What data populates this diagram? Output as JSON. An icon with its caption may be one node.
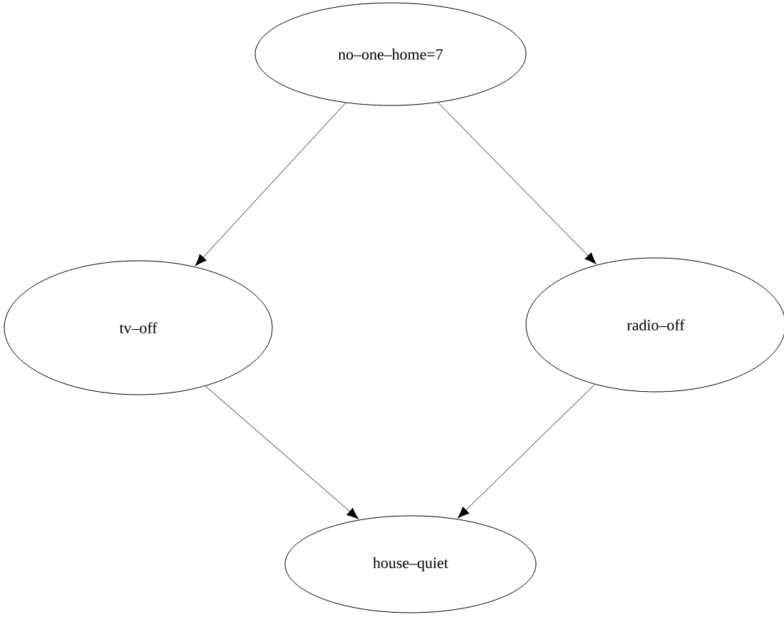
{
  "diagram": {
    "nodes": [
      {
        "text": [
          "no–one–home=7"
        ]
      },
      {
        "text": [
          "tv–off"
        ]
      },
      {
        "text": [
          "radio–off"
        ]
      },
      {
        "text": [
          "house–quiet"
        ]
      }
    ],
    "edges": [
      {
        "from": 0,
        "to": 1,
        "arrow": "to"
      },
      {
        "from": 0,
        "to": 2,
        "arrow": "to"
      },
      {
        "from": 1,
        "to": 3,
        "arrow": "to"
      },
      {
        "from": 2,
        "to": 3,
        "arrow": "to"
      }
    ]
  }
}
